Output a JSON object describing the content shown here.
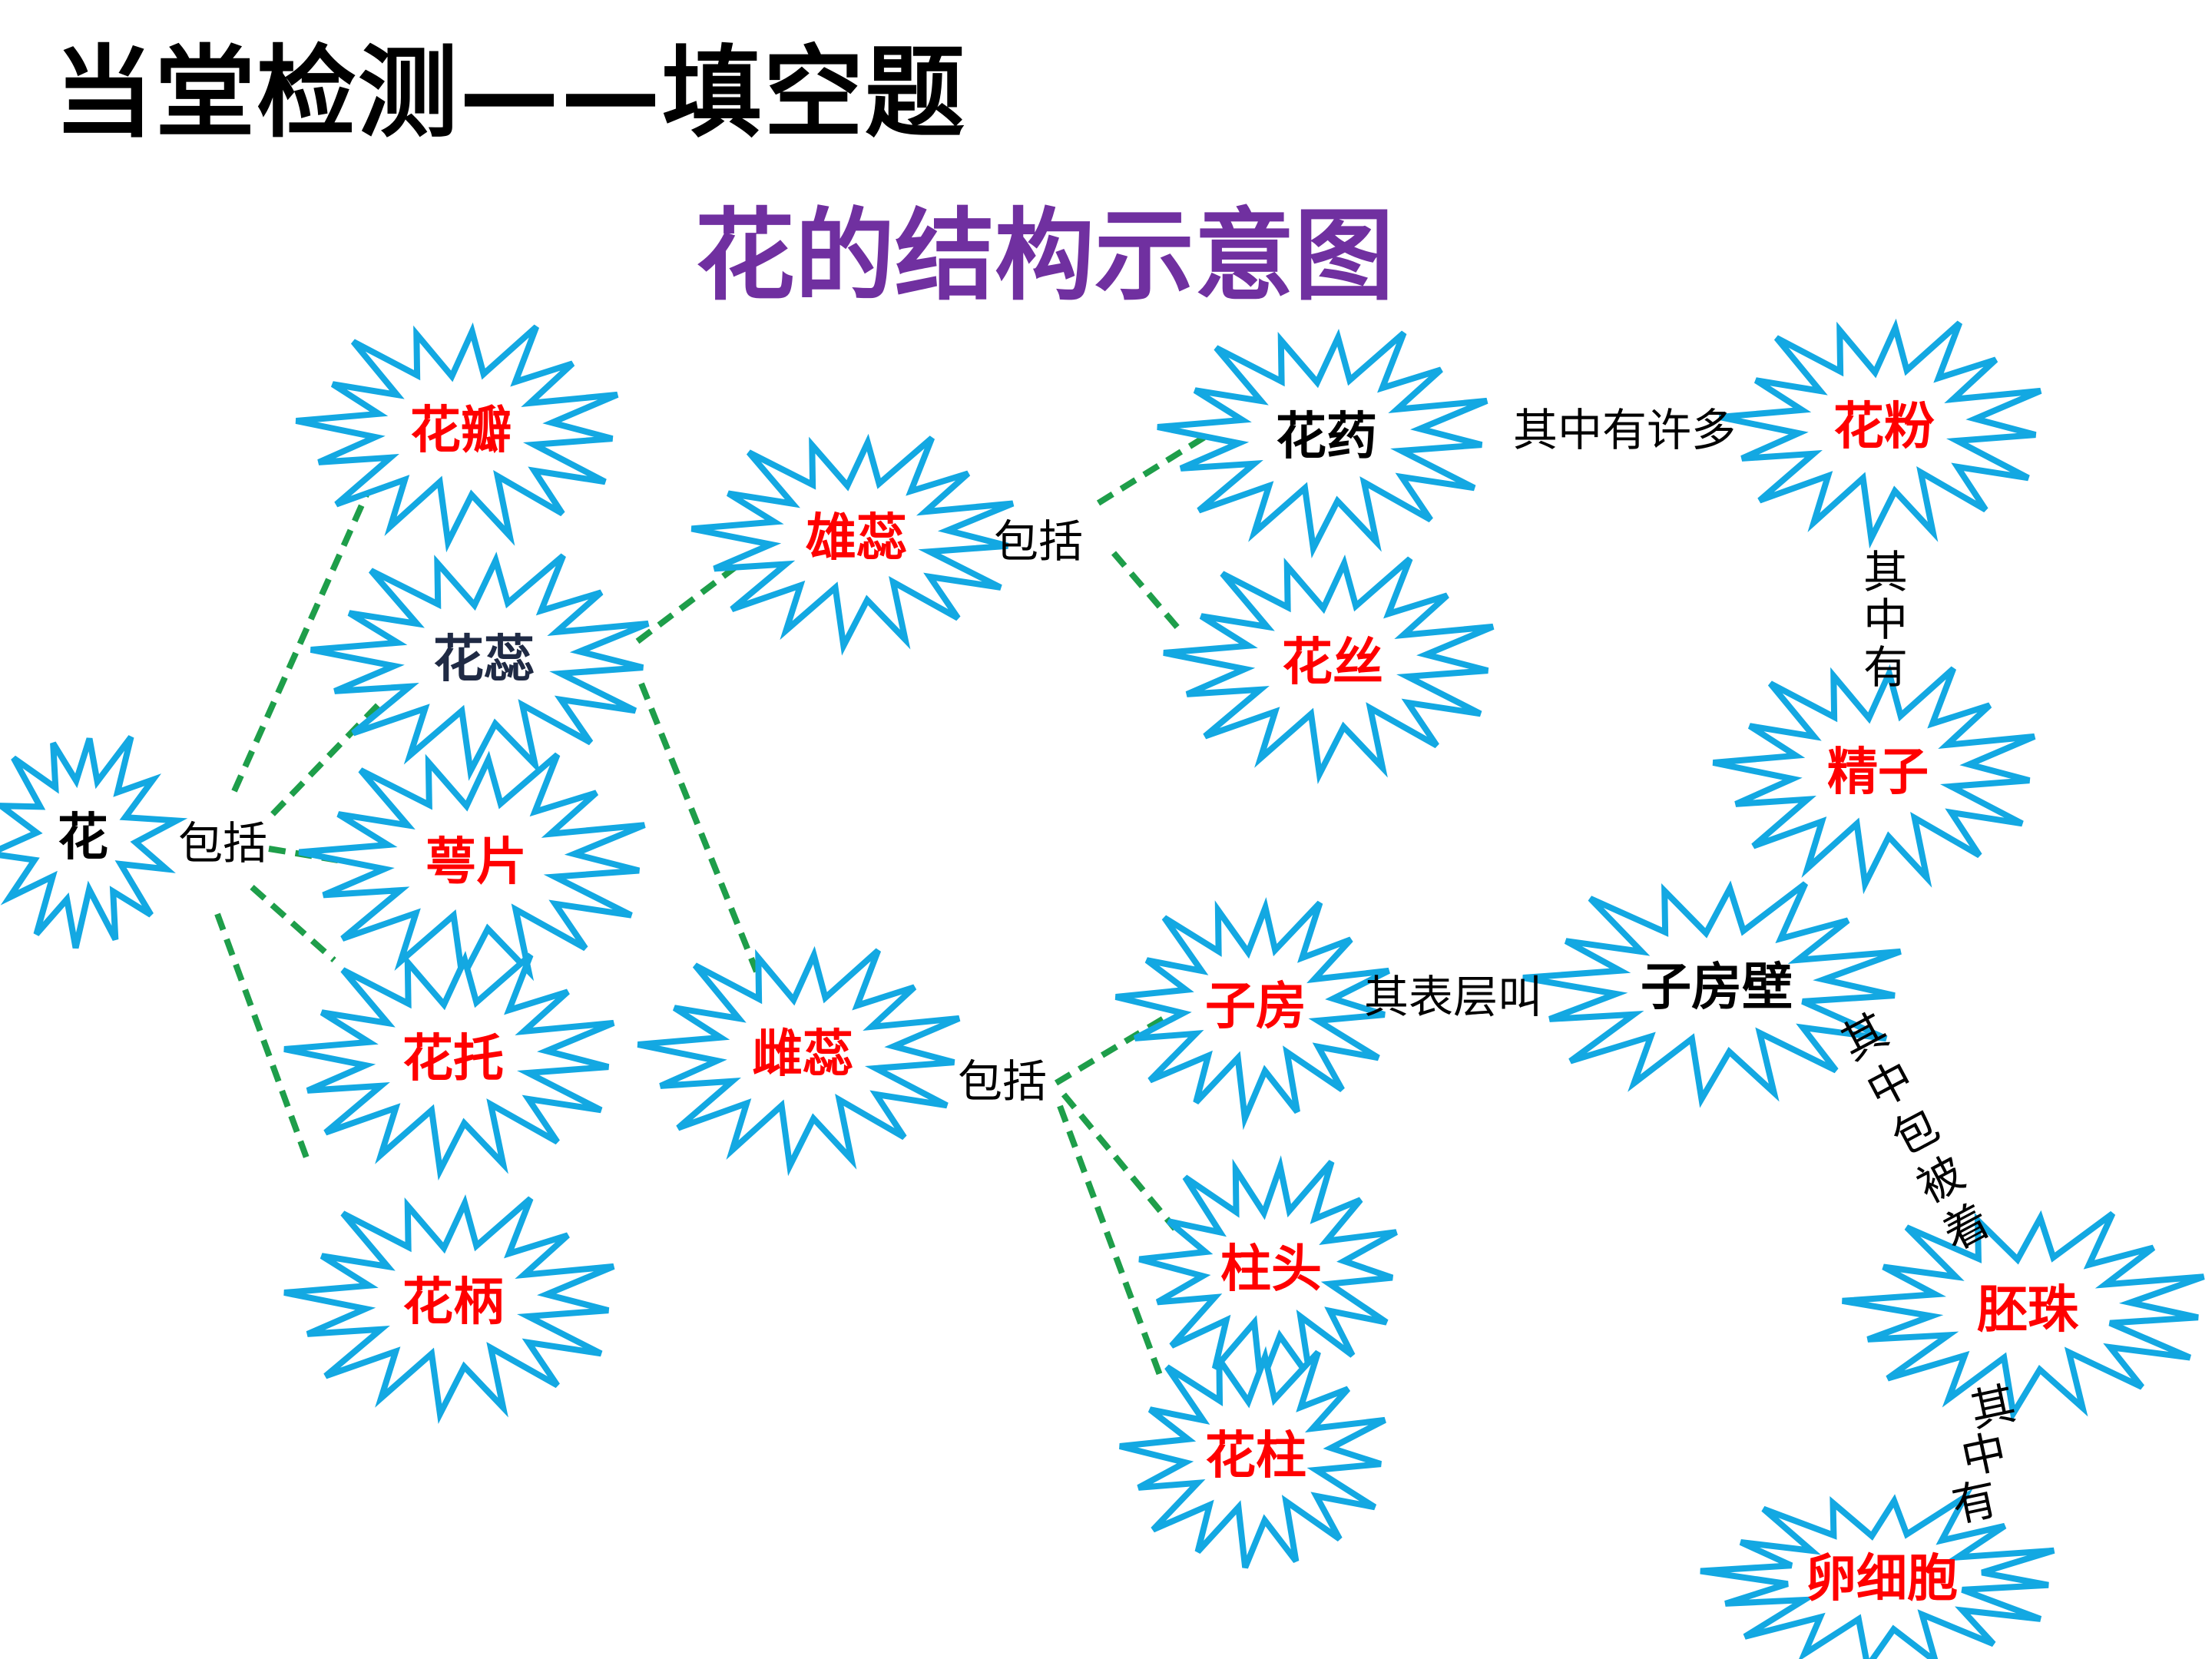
{
  "title": "当堂检测——填空题",
  "subtitle": "花的结构示意图",
  "colors": {
    "answer": "#ff0000",
    "given": "#000000",
    "given_dark": "#1f2a44",
    "title": "#000000",
    "subtitle": "#7030a0",
    "burst_stroke": "#13a8e2",
    "link": "#1e9e4a"
  },
  "nodes": {
    "hua": {
      "label": "花",
      "color": "given"
    },
    "huaban": {
      "label": "花瓣",
      "color": "answer"
    },
    "huarui": {
      "label": "花蕊",
      "color": "given_dark"
    },
    "epian": {
      "label": "萼片",
      "color": "answer"
    },
    "huatuo": {
      "label": "花托",
      "color": "answer"
    },
    "huabing": {
      "label": "花柄",
      "color": "answer"
    },
    "xiongrui": {
      "label": "雄蕊",
      "color": "answer"
    },
    "cirui": {
      "label": "雌蕊",
      "color": "answer"
    },
    "huayao": {
      "label": "花药",
      "color": "given"
    },
    "huasi": {
      "label": "花丝",
      "color": "answer"
    },
    "huafen": {
      "label": "花粉",
      "color": "answer"
    },
    "jingzi": {
      "label": "精子",
      "color": "answer"
    },
    "zifang": {
      "label": "子房",
      "color": "answer"
    },
    "zhutou": {
      "label": "柱头",
      "color": "answer"
    },
    "huazhu": {
      "label": "花柱",
      "color": "answer"
    },
    "zifangbi": {
      "label": "子房壁",
      "color": "given"
    },
    "peizhu": {
      "label": "胚珠",
      "color": "answer"
    },
    "luanxibao": {
      "label": "卵细胞",
      "color": "answer"
    }
  },
  "connectors": {
    "baokuo1": "包括",
    "baokuo2": "包括",
    "baokuo3": "包括",
    "qizhongyouxuduo": "其中有许多",
    "qizhongyou1": "其中有",
    "qibiaocengjiao": "其表层叫",
    "qizhongbaobeizhe": "其中包被着",
    "qizhongyou2": "其中有"
  }
}
